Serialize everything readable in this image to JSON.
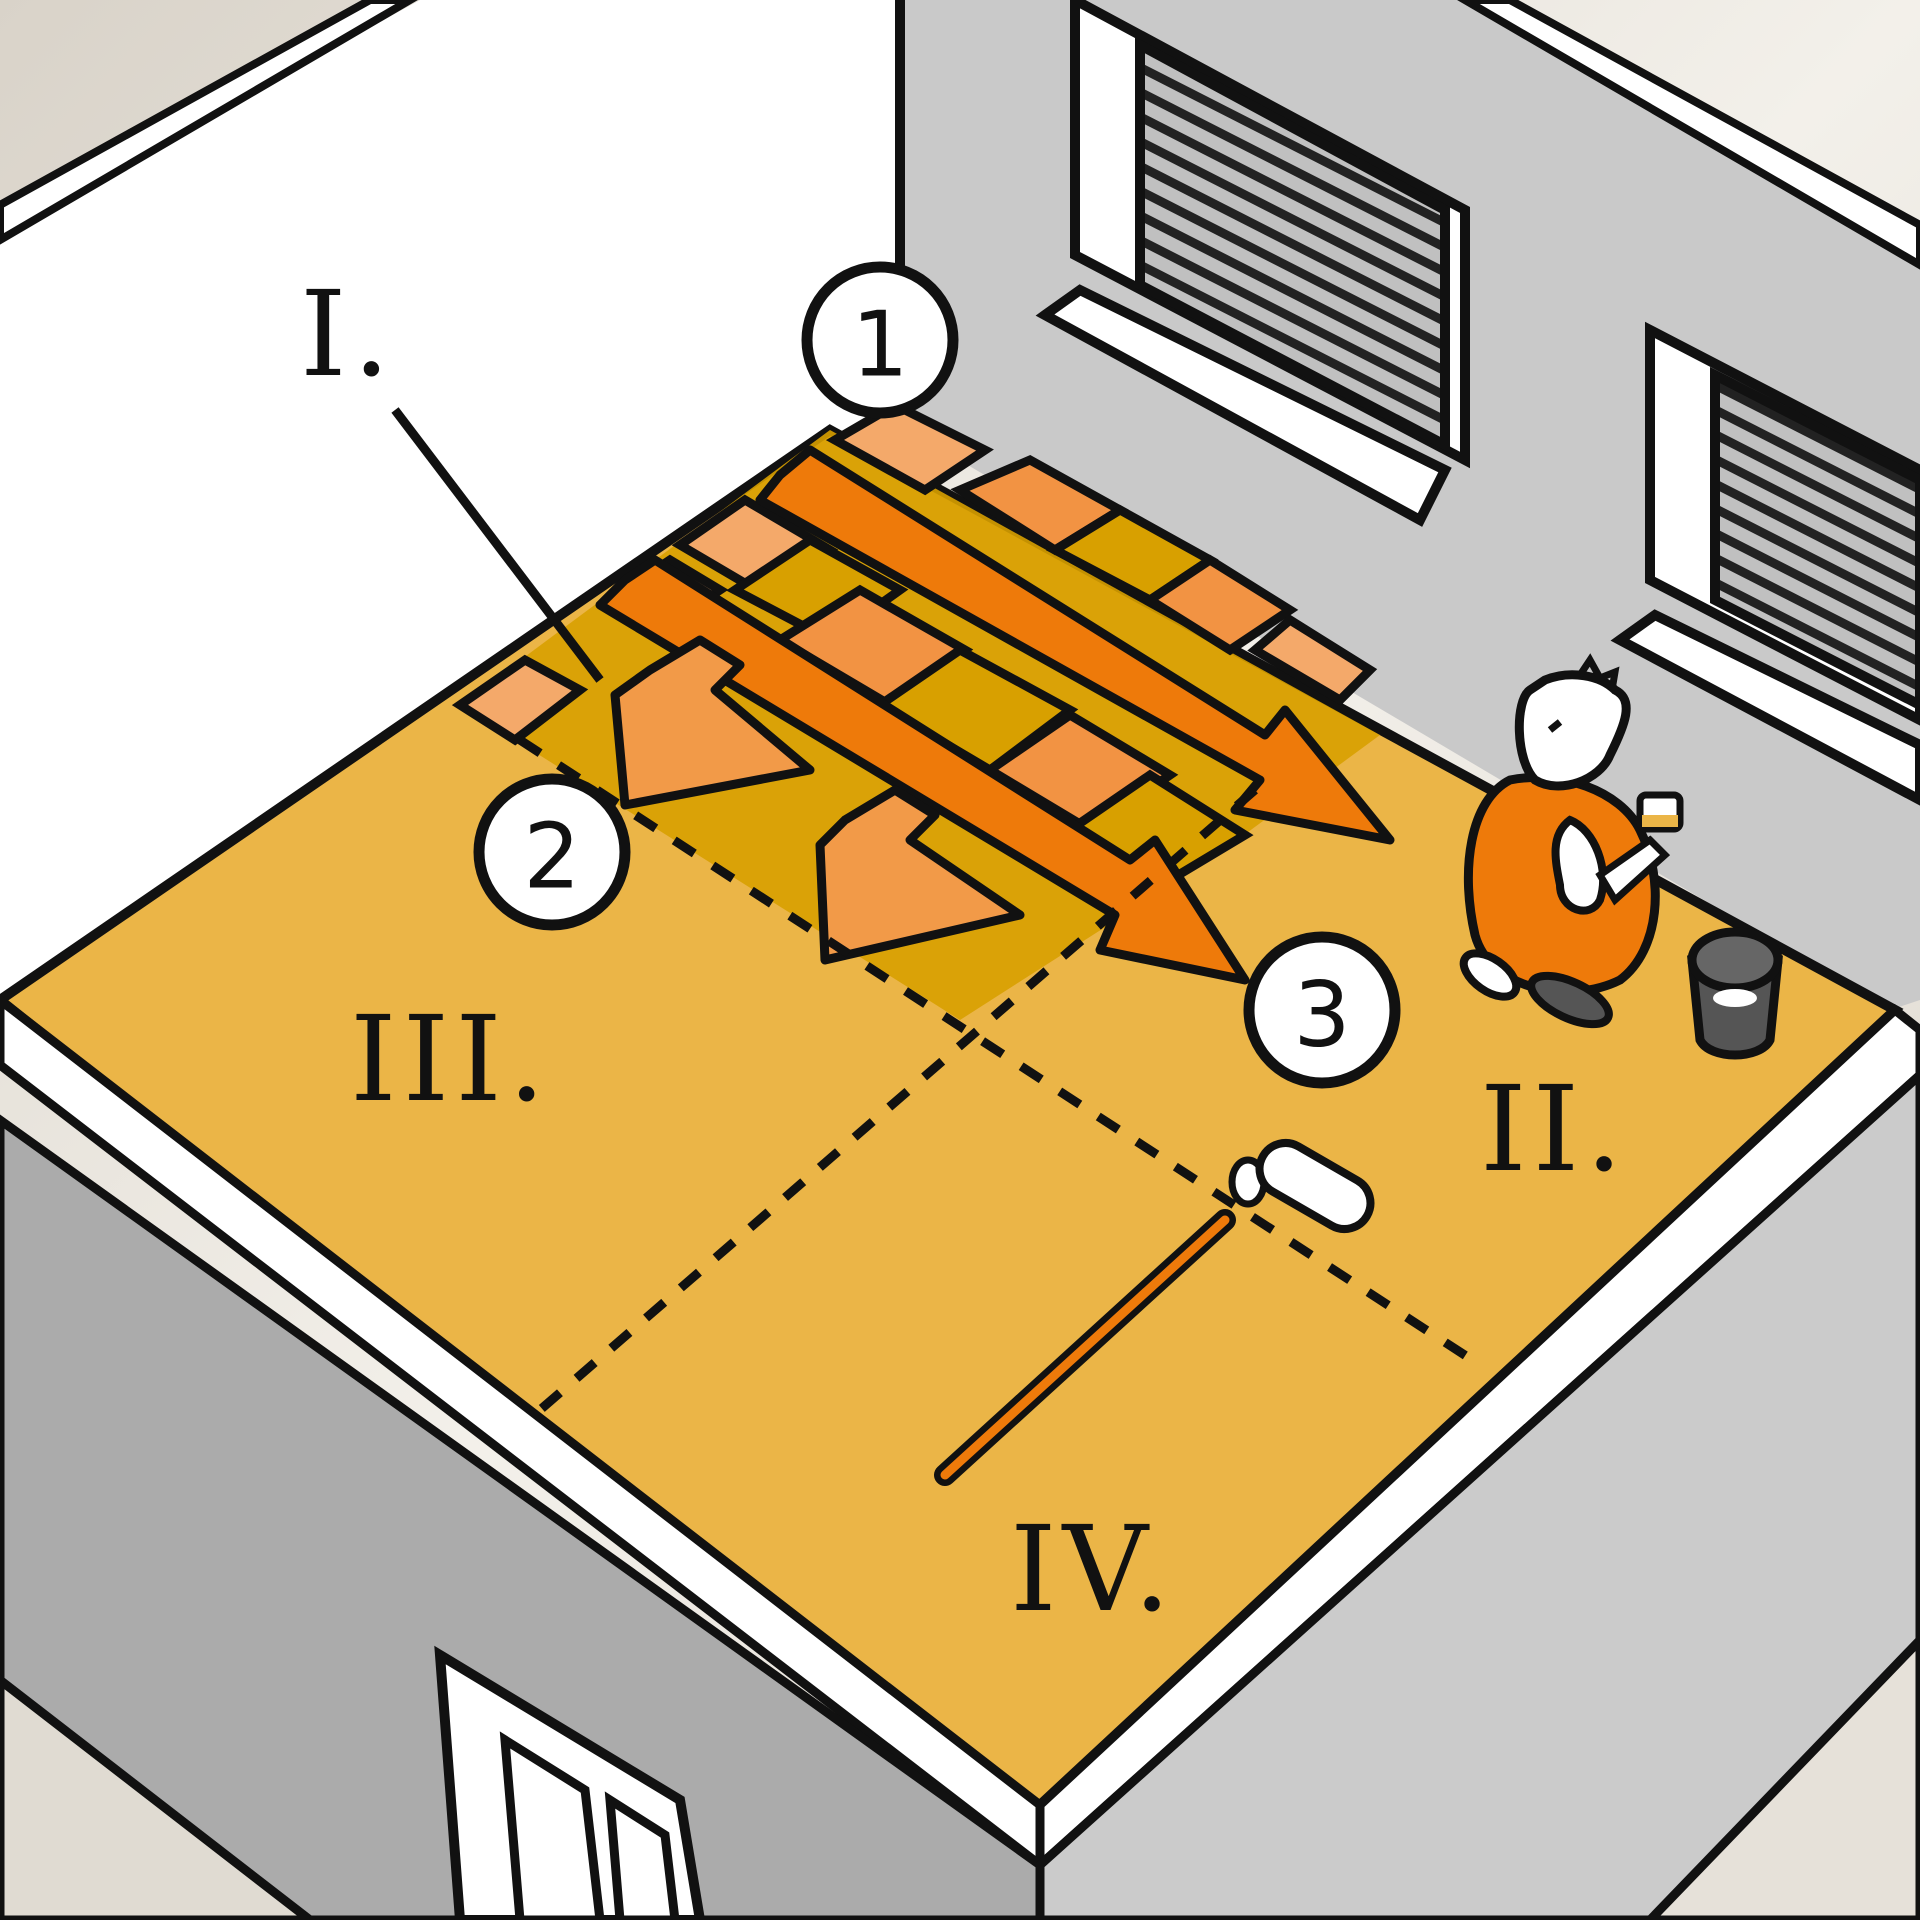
{
  "title": "Floor tiling / coating sequence — isometric room diagram",
  "colors": {
    "background": "#e6e1d9",
    "wall_top": "#ffffff",
    "wall_left_inner": "#ffffff",
    "wall_right_inner": "#c9c9c9",
    "wall_outer_left": "#a9a9a9",
    "wall_outer_right": "#cbcbcb",
    "floor": "#ebb547",
    "floor_shadow": "#d8a000",
    "tile_light": "#f4a96a",
    "tile_mid": "#f29343",
    "arrow_dark": "#ee7a0a",
    "arrow_light": "#f29a48",
    "outline": "#111111"
  },
  "section_labels": {
    "I": "I.",
    "II": "II.",
    "III": "III.",
    "IV": "IV."
  },
  "step_markers": {
    "one": "1",
    "two": "2",
    "three": "3"
  },
  "objects": {
    "worker": "kneeling worker in orange overalls holding a brush",
    "bucket": "grey paint bucket",
    "roller": "paint roller with long orange handle",
    "windows": "two windows with roller blinds on the back-right wall",
    "door": "double door on the front-left outer wall"
  }
}
